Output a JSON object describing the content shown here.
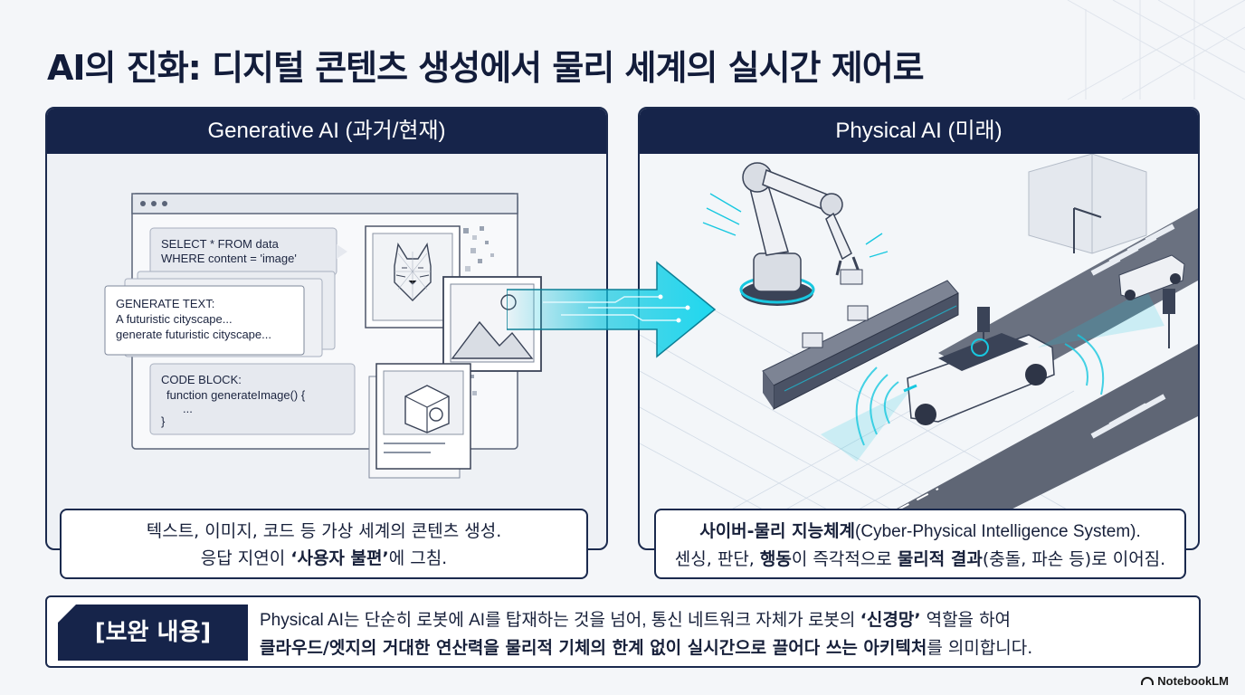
{
  "title": "AI의 진화: 디지털 콘텐츠 생성에서 물리 세계의 실시간 제어로",
  "left_panel": {
    "header": "Generative AI (과거/현재)",
    "code_snippets": {
      "sql_line1": "SELECT * FROM data",
      "sql_line2": "WHERE content = 'image'",
      "gen_line1": "GENERATE TEXT:",
      "gen_line2": "A futuristic cityscape...",
      "gen_line3": "generate futuristic cityscape...",
      "code_line1": "CODE BLOCK:",
      "code_line2": "function generateImage() {",
      "code_line3": "...",
      "code_line4": "}"
    },
    "caption_line1": "텍스트, 이미지, 코드 등 가상 세계의 콘텐츠 생성.",
    "caption_line2_pre": "응답 지연이 ",
    "caption_line2_bold": "‘사용자 불편’",
    "caption_line2_post": "에 그침."
  },
  "right_panel": {
    "header": "Physical AI (미래)",
    "caption_line1_bold": "사이버-물리 지능체계",
    "caption_line1_post": "(Cyber-Physical Intelligence System).",
    "caption_line2_a": "센싱, 판단, ",
    "caption_line2_b": "행동",
    "caption_line2_c": "이 즉각적으로 ",
    "caption_line2_d": "물리적 결과",
    "caption_line2_e": "(충돌, 파손 등)로 이어짐."
  },
  "supplement": {
    "tag": "[보완 내용]",
    "line1_pre": "Physical AI는 단순히 로봇에 AI를 탑재하는 것을 넘어, 통신 네트워크 자체가 로봇의 ",
    "line1_bold": "‘신경망’",
    "line1_post": " 역할을 하여",
    "line2_bold": "클라우드/엣지의 거대한 연산력을 물리적 기체의 한계 없이 실시간으로 끌어다 쓰는 아키텍처",
    "line2_post": "를 의미합니다."
  },
  "brand": "NotebookLM",
  "colors": {
    "navy": "#16244a",
    "cyan": "#18c8e0",
    "background": "#f4f6f9"
  }
}
